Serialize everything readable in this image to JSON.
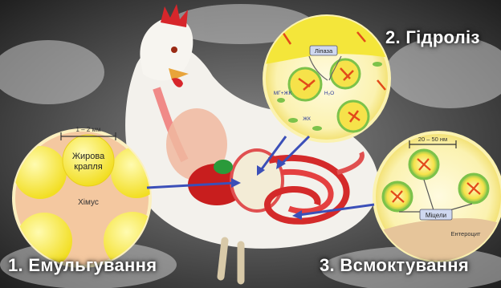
{
  "stages": [
    {
      "number": "1.",
      "label": "Емульгування"
    },
    {
      "number": "2.",
      "label": "Гідроліз"
    },
    {
      "number": "3.",
      "label": "Всмоктування"
    }
  ],
  "emulsification": {
    "size_label": "1 – 2 мм",
    "droplet_label_line1": "Жирова",
    "droplet_label_line2": "крапля",
    "medium_label": "Хімус"
  },
  "hydrolysis": {
    "enzyme_label": "Ліпаза",
    "left_label": "МГ+ЖК",
    "water_label": "H₂O",
    "fatty_acid_label": "ЖК"
  },
  "absorption": {
    "size_label": "20 – 50 нм",
    "micelles_label": "Міцели",
    "cell_label": "Ентероцит"
  },
  "colors": {
    "droplet_yellow": "#f4e63a",
    "chyme_peach": "#f4c8a0",
    "micelle_green": "#7cc24a",
    "arrow_blue": "#3b4fb8",
    "intestine_red": "#d42a2a"
  }
}
